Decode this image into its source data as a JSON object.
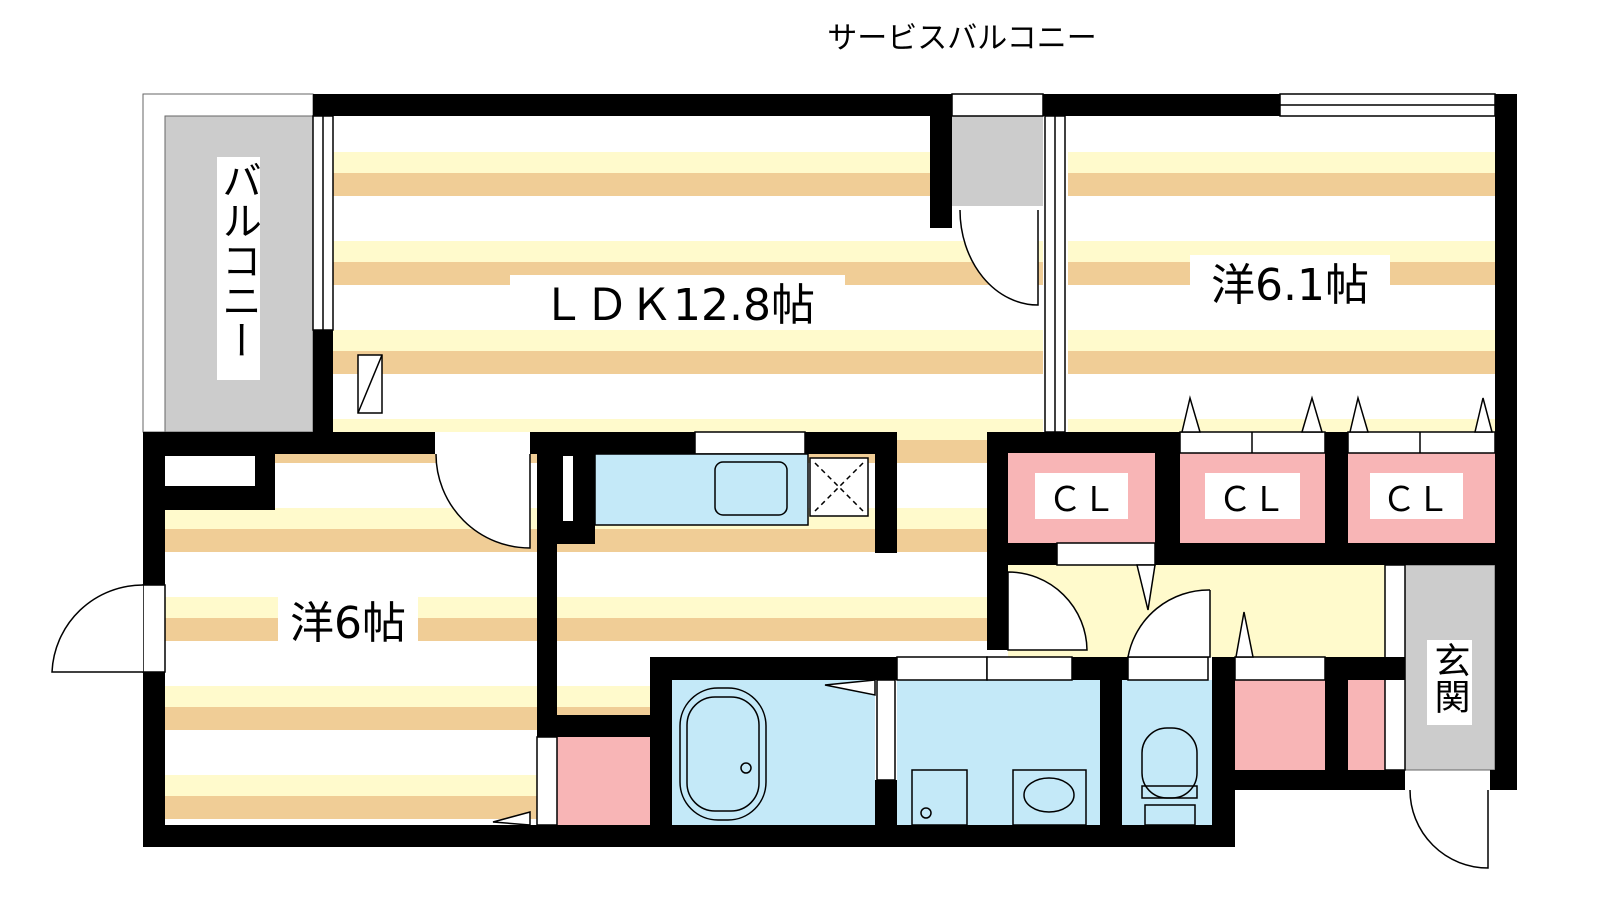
{
  "title": "サービスバルコニー",
  "rooms": {
    "balcony": "バルコニー",
    "ldk": "ＬＤＫ12.8帖",
    "western_61": "洋6.1帖",
    "western_6": "洋6帖",
    "closet_1": "ＣＬ",
    "closet_2": "ＣＬ",
    "closet_3": "ＣＬ",
    "entrance": "玄関"
  },
  "colors": {
    "wall": "#000000",
    "floor_light": "#fffacc",
    "floor_dark": "#f0cd96",
    "wet_area": "#c4e9f8",
    "storage": "#f8b5b6",
    "balcony": "#cccccc"
  }
}
